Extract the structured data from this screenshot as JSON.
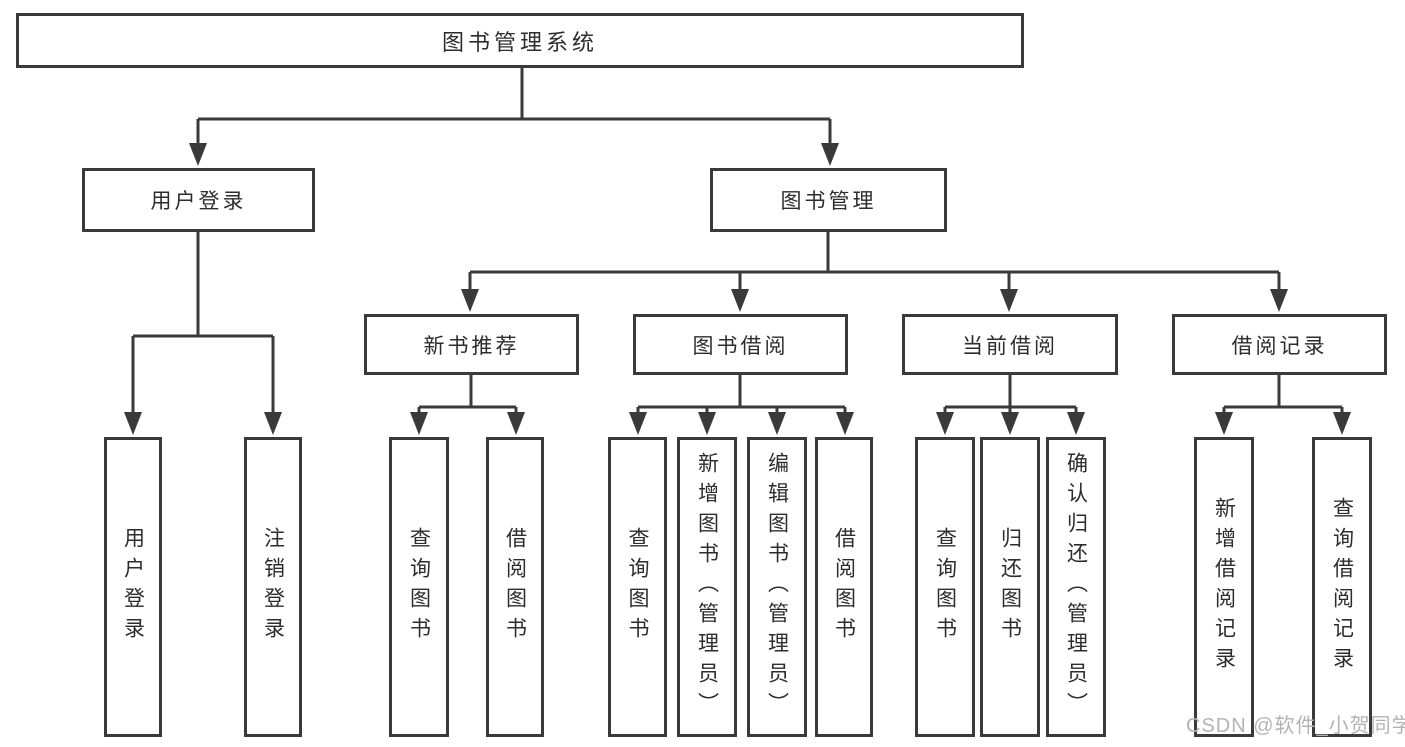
{
  "diagram_type": "functional-structure-tree",
  "colors": {
    "background": "#ffffff",
    "line": "#3a3a3a",
    "box_border": "#3a3a3a",
    "text": "#2d2d2d",
    "watermark": "#b3b3b3"
  },
  "tree": {
    "root": {
      "label": "图书管理系统",
      "children": [
        {
          "label": "用户登录",
          "children": [
            {
              "label": "用户登录"
            },
            {
              "label": "注销登录"
            }
          ]
        },
        {
          "label": "图书管理",
          "children": [
            {
              "label": "新书推荐",
              "children": [
                {
                  "label": "查询图书"
                },
                {
                  "label": "借阅图书"
                }
              ]
            },
            {
              "label": "图书借阅",
              "children": [
                {
                  "label": "查询图书"
                },
                {
                  "label": "新增图书（管理员）"
                },
                {
                  "label": "编辑图书（管理员）"
                },
                {
                  "label": "借阅图书"
                }
              ]
            },
            {
              "label": "当前借阅",
              "children": [
                {
                  "label": "查询图书"
                },
                {
                  "label": "归还图书"
                },
                {
                  "label": "确认归还（管理员）"
                }
              ]
            },
            {
              "label": "借阅记录",
              "children": [
                {
                  "label": "新增借阅记录"
                },
                {
                  "label": "查询借阅记录"
                }
              ]
            }
          ]
        }
      ]
    }
  },
  "watermark": {
    "text": "CSDN @软件_小贺同学"
  }
}
